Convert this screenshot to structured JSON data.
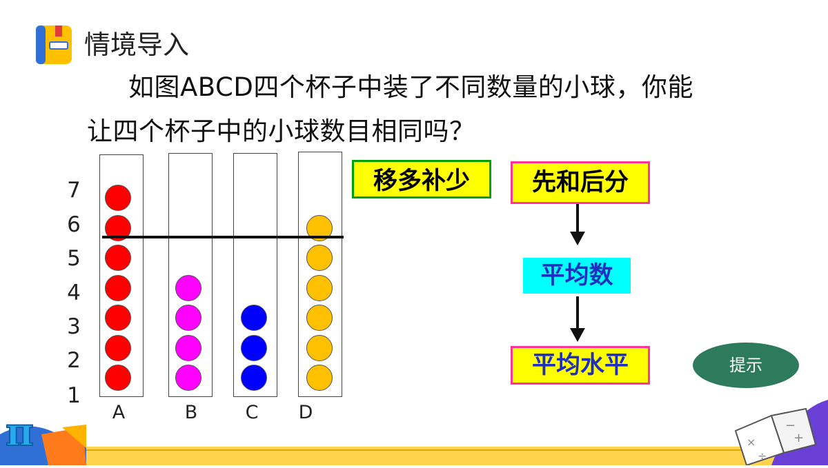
{
  "title": "情境导入",
  "question": {
    "line1": "如图ABCD四个杯子中装了不同数量的小球，你能",
    "line2": "让四个杯子中的小球数目相同吗？"
  },
  "y_labels": [
    "7",
    "6",
    "5",
    "4",
    "3",
    "2",
    "1"
  ],
  "cups": [
    {
      "label": "A",
      "balls": 7,
      "color": "#ff0000"
    },
    {
      "label": "B",
      "balls": 4,
      "color": "#ff00ff"
    },
    {
      "label": "C",
      "balls": 3,
      "color": "#0000ff"
    },
    {
      "label": "D",
      "balls": 6,
      "color": "#ffc000"
    }
  ],
  "method1": "移多补少",
  "method2": {
    "step1": "先和后分",
    "step2": "平均数",
    "step3": "平均水平"
  },
  "hint_button": "提示",
  "colors": {
    "yellow_box": "#ffff00",
    "cyan_box": "#00ffff",
    "green_border": "#00a000",
    "pink_border": "#ff3399",
    "hint_bg": "#2e7a5c",
    "footer_yellow": "#ffd34d"
  },
  "icons": {
    "title_icon": "notebook-icon",
    "corner_left": "pi-icon",
    "corner_right": "math-book-icon"
  }
}
